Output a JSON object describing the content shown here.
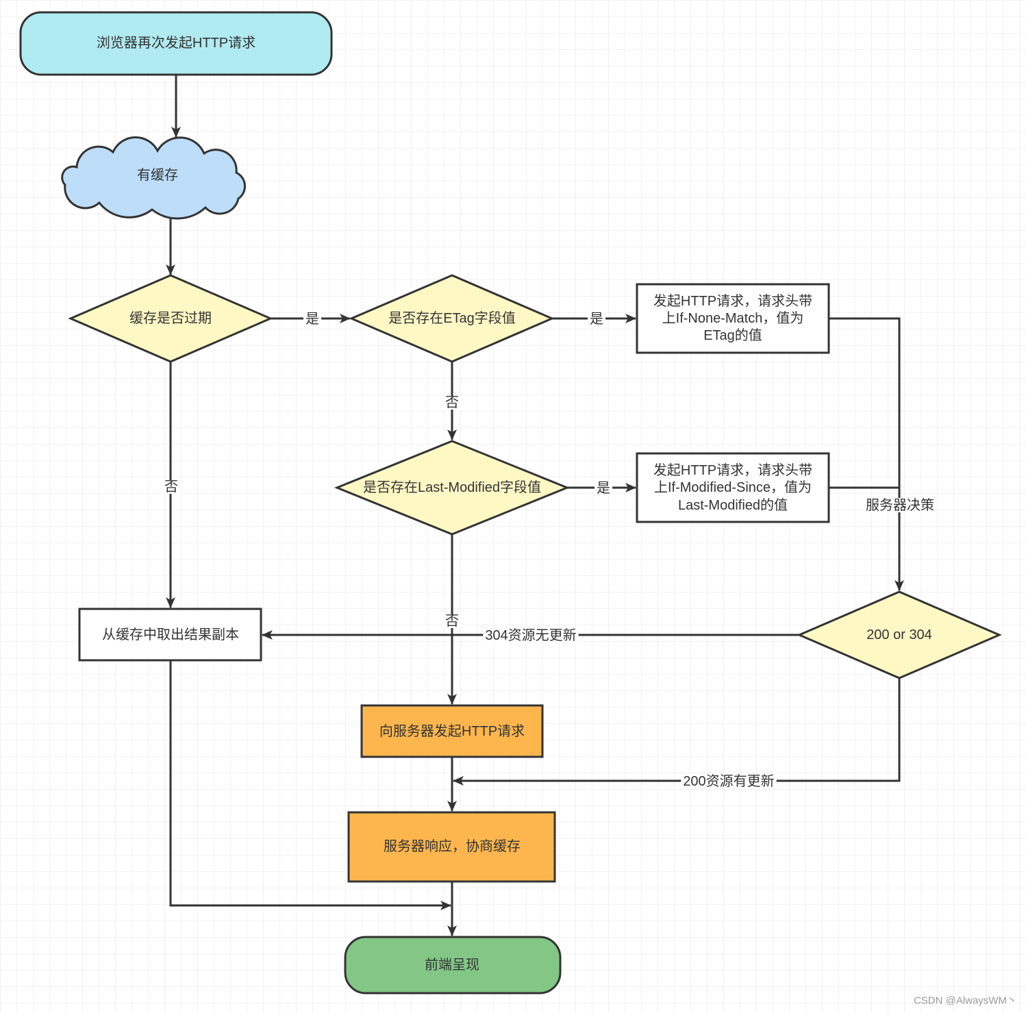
{
  "colors": {
    "start_fill": "#b0ebf1",
    "cloud_fill": "#bdddf9",
    "decision_fill": "#fff8c5",
    "process_fill": "#ffffff",
    "server_fill": "#fdb64e",
    "end_fill": "#82c785",
    "stroke": "#333333",
    "text": "#333333"
  },
  "nodes": {
    "start": {
      "label": "浏览器再次发起HTTP请求"
    },
    "has_cache": {
      "label": "有缓存"
    },
    "cache_expired": {
      "label": "缓存是否过期"
    },
    "etag_exists": {
      "label": "是否存在ETag字段值"
    },
    "if_none_match_request": {
      "lines": [
        "发起HTTP请求，请求头带",
        "上If-None-Match，值为",
        "ETag的值"
      ]
    },
    "last_modified_exists": {
      "label": "是否存在Last-Modified字段值"
    },
    "if_modified_since_request": {
      "lines": [
        "发起HTTP请求，请求头带",
        "上If-Modified-Since，值为",
        "Last-Modified的值"
      ]
    },
    "status_decision": {
      "label": "200 or 304"
    },
    "read_from_cache": {
      "label": "从缓存中取出结果副本"
    },
    "send_request": {
      "label": "向服务器发起HTTP请求"
    },
    "server_response": {
      "label": "服务器响应，协商缓存"
    },
    "render": {
      "label": "前端呈现"
    }
  },
  "edges": {
    "expired_yes": "是",
    "etag_yes": "是",
    "etag_no": "否",
    "last_modified_yes": "是",
    "expired_no": "否",
    "last_modified_no": "否",
    "server_decision": "服务器决策",
    "not_modified": "304资源无更新",
    "modified": "200资源有更新"
  },
  "watermark": "CSDN @AlwaysWM丶"
}
